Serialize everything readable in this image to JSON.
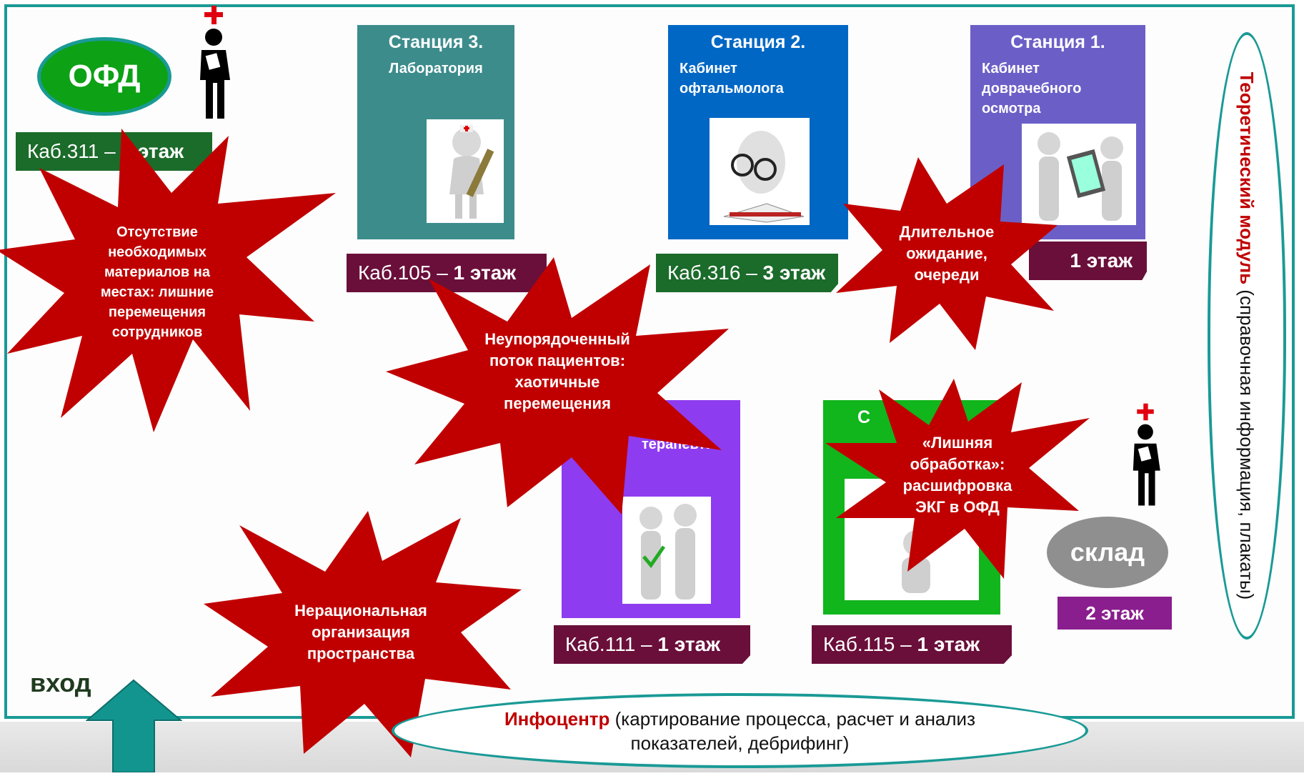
{
  "ofd": {
    "label": "ОФД",
    "room": "Каб.311 – ",
    "floor": "3 этаж"
  },
  "stations": {
    "s3": {
      "title": "Станция 3.",
      "desc": "Лаборатория",
      "room": "Каб.105 – ",
      "floor": "1 этаж"
    },
    "s2": {
      "title": "Станция 2.",
      "desc1": "Кабинет",
      "desc2": "офтальмолога",
      "room": "Каб.316 – ",
      "floor": "3 этаж"
    },
    "s1": {
      "title": "Станция 1.",
      "desc1": "Кабинет",
      "desc2": "доврачебного",
      "desc3": "осмотра",
      "floor": "1 этаж"
    },
    "s4": {
      "desc": "терапевта",
      "room": "Каб.111 – ",
      "floor": "1 этаж"
    },
    "s5": {
      "title_fragment": "С",
      "room": "Каб.115 – ",
      "floor": "1 этаж"
    }
  },
  "warehouse": {
    "label": "склад",
    "floor": "2 этаж"
  },
  "bursts": {
    "b1": [
      "Отсутствие",
      "необходимых",
      "материалов на",
      "местах: лишние",
      "перемещения",
      "сотрудников"
    ],
    "b2": [
      "Неупорядоченный",
      "поток пациентов:",
      "хаотичные",
      "перемещения"
    ],
    "b3": [
      "Длительное",
      "ожидание,",
      "очереди"
    ],
    "b4": [
      "«Лишняя",
      "обработка»:",
      "расшифровка",
      "ЭКГ в ОФД"
    ],
    "b5": [
      "Нерациональная",
      "организация",
      "пространства"
    ]
  },
  "theory": {
    "bold": "Теоретический модуль",
    "rest": " (справочная информация, плакаты)"
  },
  "infocenter": {
    "bold": "Инфоцентр",
    "rest": " (картирование процесса, расчет и анализ показателей, дебрифинг)"
  },
  "entrance": "вход",
  "colors": {
    "teal": "#1a9a96",
    "red": "#c00000",
    "station3": "#3d8c8c",
    "station2": "#0067c5",
    "station1": "#6b5fc7",
    "station4": "#8e3cf0",
    "station5": "#11b51c",
    "darkgreen": "#1b6b2a",
    "maroon": "#6a0f3a",
    "purple": "#8a1e8e"
  }
}
